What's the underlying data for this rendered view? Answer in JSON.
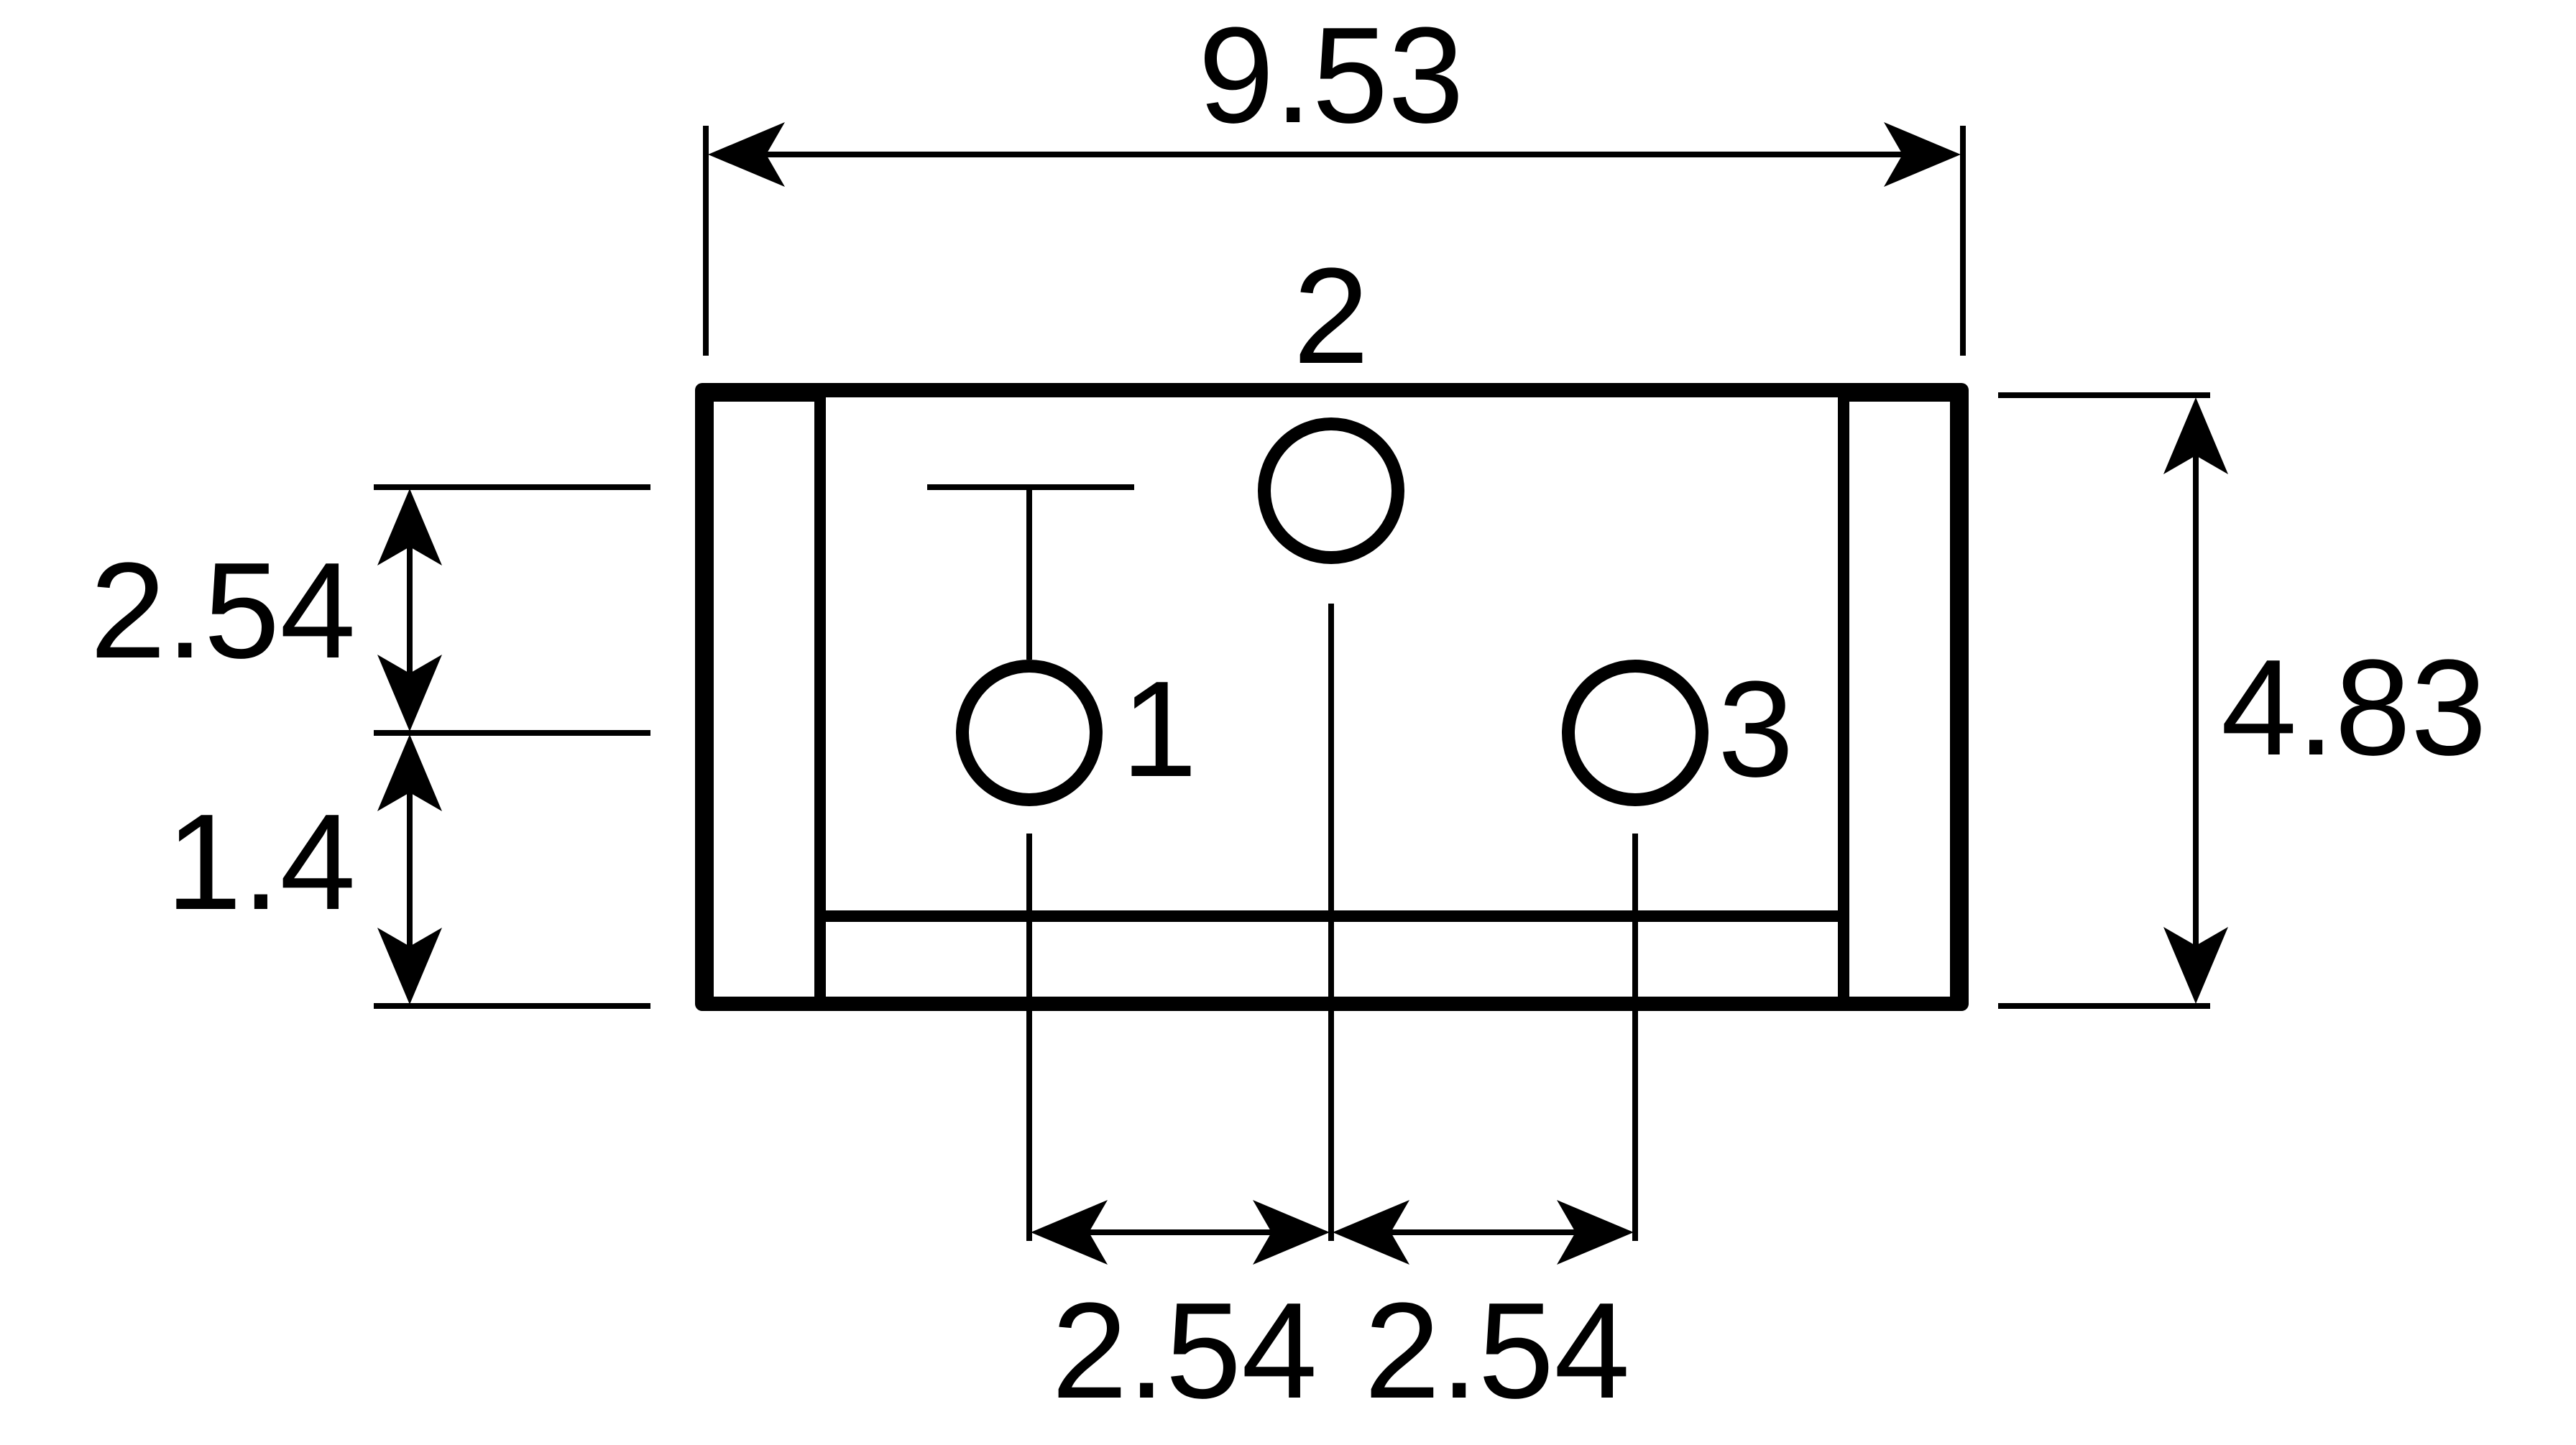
{
  "colors": {
    "ink": "#000000",
    "background": "#ffffff"
  },
  "dimensions": {
    "overall_width": "9.53",
    "overall_height": "4.83",
    "pin_row_offset": "2.54",
    "pin_row_to_base": "1.4",
    "pitch_left": "2.54",
    "pitch_right": "2.54"
  },
  "pins": [
    {
      "label": "1"
    },
    {
      "label": "2"
    },
    {
      "label": "3"
    }
  ]
}
